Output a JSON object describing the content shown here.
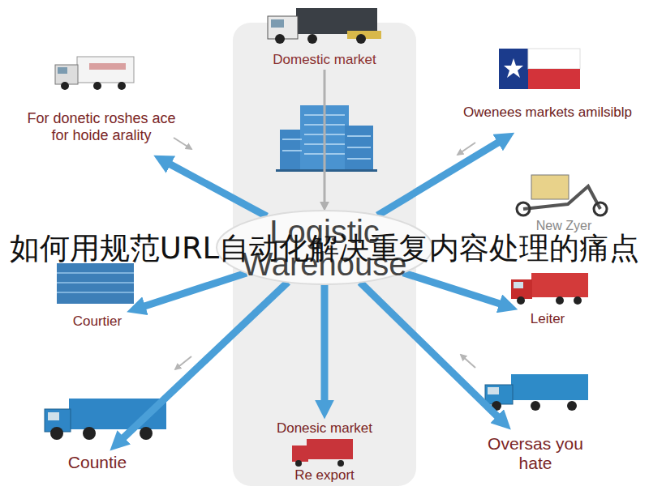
{
  "diagram": {
    "title": "如何用规范URL自动化解决重复内容处理的痛点",
    "nodes": [
      {
        "text": [
          "Domestic market"
        ]
      },
      {
        "text": [
          "For donetic roshes ace for hoide arality"
        ]
      },
      {
        "text": [
          "Owenees markets amilsiblp"
        ]
      },
      {
        "text": [
          "Logistic Warehouse"
        ]
      },
      {
        "text": [
          "New Zyer"
        ]
      },
      {
        "text": [
          "Courtier"
        ]
      },
      {
        "text": [
          "Leiter"
        ]
      },
      {
        "text": [
          "Donesic market"
        ]
      },
      {
        "text": [
          "Countie"
        ]
      },
      {
        "text": [
          "Oversas you hate"
        ]
      },
      {
        "text": [
          "Re export"
        ]
      }
    ],
    "edges": [
      {
        "from": 0,
        "to": 3,
        "arrow": "to"
      },
      {
        "from": 3,
        "to": 1,
        "arrow": "to"
      },
      {
        "from": 3,
        "to": 2,
        "arrow": "to"
      },
      {
        "from": 3,
        "to": 5,
        "arrow": "to"
      },
      {
        "from": 3,
        "to": 6,
        "arrow": "to"
      },
      {
        "from": 3,
        "to": 8,
        "arrow": "to"
      },
      {
        "from": 3,
        "to": 7,
        "arrow": "to"
      },
      {
        "from": 3,
        "to": 9,
        "arrow": "to"
      }
    ]
  }
}
